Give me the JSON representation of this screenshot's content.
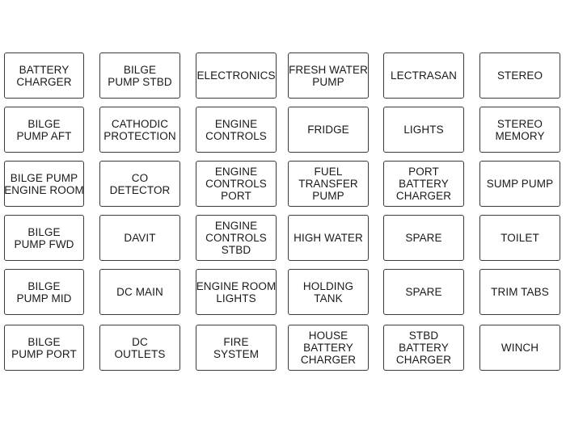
{
  "labels": [
    [
      [
        "BATTERY",
        "CHARGER"
      ],
      [
        "BILGE",
        "PUMP AFT"
      ],
      [
        "BILGE PUMP",
        "ENGINE ROOM"
      ],
      [
        "BILGE",
        "PUMP FWD"
      ],
      [
        "BILGE",
        "PUMP MID"
      ],
      [
        "BILGE",
        "PUMP PORT"
      ]
    ],
    [
      [
        "BILGE",
        "PUMP STBD"
      ],
      [
        "CATHODIC",
        "PROTECTION"
      ],
      [
        "CO",
        "DETECTOR"
      ],
      [
        "DAVIT"
      ],
      [
        "DC MAIN"
      ],
      [
        "DC",
        "OUTLETS"
      ]
    ],
    [
      [
        "ELECTRONICS"
      ],
      [
        "ENGINE",
        "CONTROLS"
      ],
      [
        "ENGINE",
        "CONTROLS",
        "PORT"
      ],
      [
        "ENGINE",
        "CONTROLS",
        "STBD"
      ],
      [
        "ENGINE ROOM",
        "LIGHTS"
      ],
      [
        "FIRE",
        "SYSTEM"
      ]
    ],
    [
      [
        "FRESH WATER",
        "PUMP"
      ],
      [
        "FRIDGE"
      ],
      [
        "FUEL",
        "TRANSFER",
        "PUMP"
      ],
      [
        "HIGH WATER"
      ],
      [
        "HOLDING",
        "TANK"
      ],
      [
        "HOUSE",
        "BATTERY",
        "CHARGER"
      ]
    ],
    [
      [
        "LECTRASAN"
      ],
      [
        "LIGHTS"
      ],
      [
        "PORT",
        "BATTERY",
        "CHARGER"
      ],
      [
        "SPARE"
      ],
      [
        "SPARE"
      ],
      [
        "STBD",
        "BATTERY",
        "CHARGER"
      ]
    ],
    [
      [
        "STEREO"
      ],
      [
        "STEREO",
        "MEMORY"
      ],
      [
        "SUMP PUMP"
      ],
      [
        "TOILET"
      ],
      [
        "TRIM TABS"
      ],
      [
        "WINCH"
      ]
    ]
  ]
}
